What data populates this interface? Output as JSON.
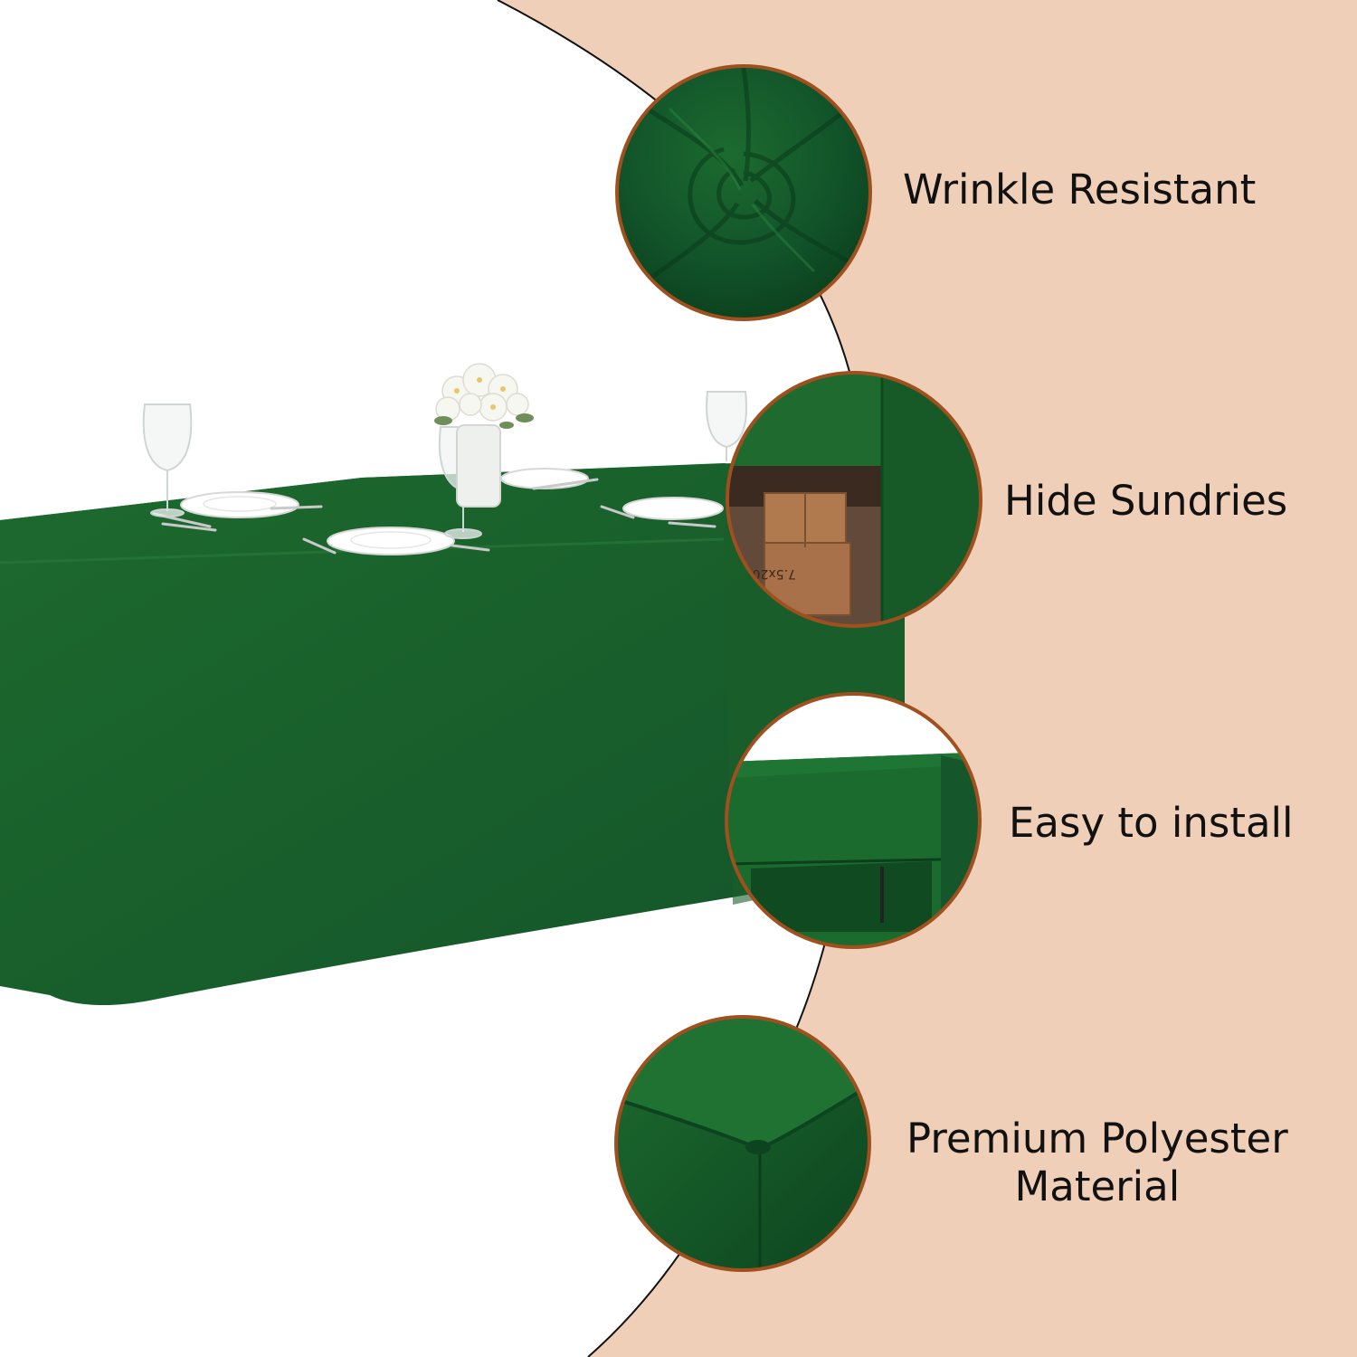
{
  "colors": {
    "background": "#ffffff",
    "accent_panel": "#efcfb7",
    "tablecloth_green": "#1f6a2e",
    "tablecloth_dark": "#145326",
    "circle_border": "#a0501e",
    "arc_line": "#111111"
  },
  "features": [
    {
      "label": "Wrinkle Resistant",
      "icon": "swirl-fabric-closeup"
    },
    {
      "label": "Hide Sundries",
      "icon": "storage-boxes-under-table"
    },
    {
      "label": "Easy to install",
      "icon": "covered-table-corner"
    },
    {
      "label": "Premium Polyester",
      "label_line2": "Material",
      "icon": "fabric-corner-closeup"
    }
  ],
  "box_label": "7.5x20"
}
